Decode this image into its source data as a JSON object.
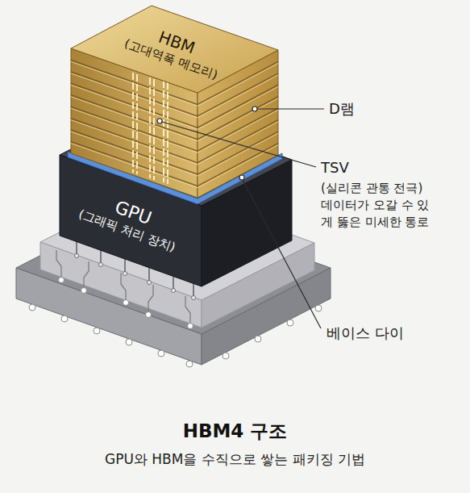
{
  "diagram": {
    "title": "HBM4 구조",
    "caption": "GPU와 HBM을 수직으로 쌓는 패키징 기법",
    "nodes": [
      {
        "text": [
          "HBM",
          "(고대역폭 메모리)"
        ]
      },
      {
        "text": [
          "GPU",
          "(그래픽 처리 장치)"
        ]
      }
    ],
    "labels": [
      "D램",
      "TSV",
      "(실리콘 관통 전극) 데이터가 오갈 수 있게 뚫은 미세한 통로",
      "베이스 다이"
    ]
  }
}
